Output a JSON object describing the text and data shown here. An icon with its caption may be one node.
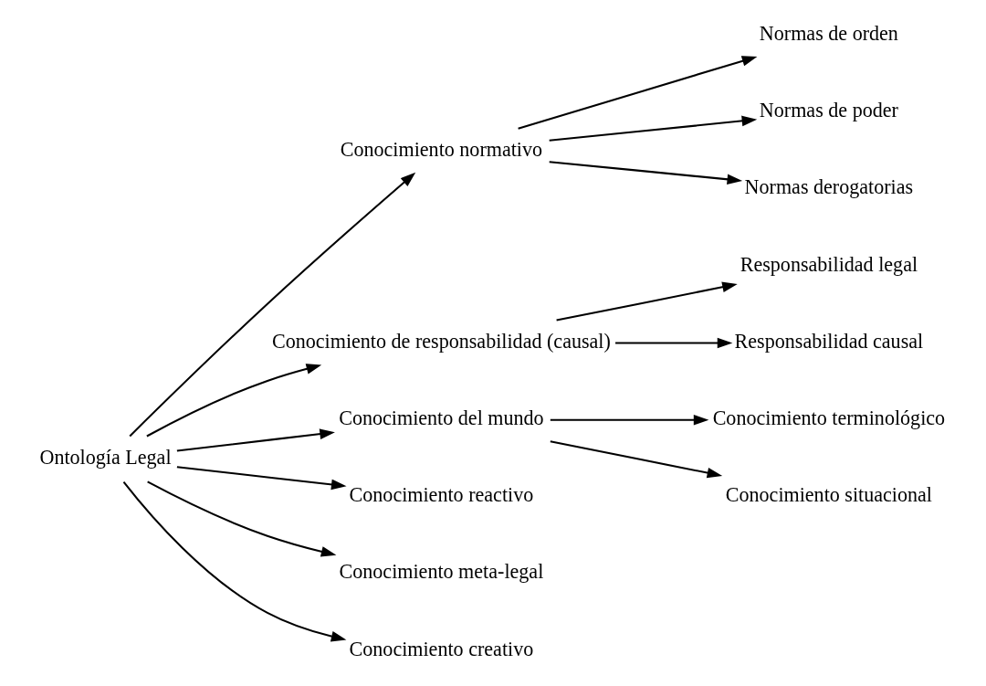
{
  "diagram": {
    "nodes": [
      {
        "text": [
          "Ontología Legal"
        ]
      },
      {
        "text": [
          "Conocimiento normativo"
        ]
      },
      {
        "text": [
          "Conocimiento de responsabilidad (causal)"
        ]
      },
      {
        "text": [
          "Conocimiento del mundo"
        ]
      },
      {
        "text": [
          "Conocimiento reactivo"
        ]
      },
      {
        "text": [
          "Conocimiento meta-legal"
        ]
      },
      {
        "text": [
          "Conocimiento creativo"
        ]
      },
      {
        "text": [
          "Normas de orden"
        ]
      },
      {
        "text": [
          "Normas de poder"
        ]
      },
      {
        "text": [
          "Normas derogatorias"
        ]
      },
      {
        "text": [
          "Responsabilidad legal"
        ]
      },
      {
        "text": [
          "Responsabilidad causal"
        ]
      },
      {
        "text": [
          "Conocimiento terminológico"
        ]
      },
      {
        "text": [
          "Conocimiento situacional"
        ]
      }
    ],
    "edges": [
      {
        "from": 0,
        "to": 1,
        "arrow": "to"
      },
      {
        "from": 0,
        "to": 2,
        "arrow": "to"
      },
      {
        "from": 0,
        "to": 3,
        "arrow": "to"
      },
      {
        "from": 0,
        "to": 4,
        "arrow": "to"
      },
      {
        "from": 0,
        "to": 5,
        "arrow": "to"
      },
      {
        "from": 0,
        "to": 6,
        "arrow": "to"
      },
      {
        "from": 1,
        "to": 7,
        "arrow": "to"
      },
      {
        "from": 1,
        "to": 8,
        "arrow": "to"
      },
      {
        "from": 1,
        "to": 9,
        "arrow": "to"
      },
      {
        "from": 2,
        "to": 10,
        "arrow": "to"
      },
      {
        "from": 2,
        "to": 11,
        "arrow": "to"
      },
      {
        "from": 3,
        "to": 12,
        "arrow": "to"
      },
      {
        "from": 3,
        "to": 13,
        "arrow": "to"
      }
    ]
  }
}
